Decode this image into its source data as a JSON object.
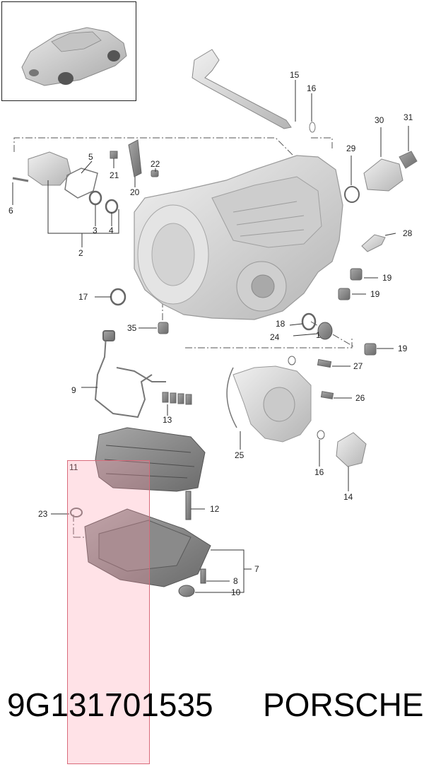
{
  "diagram": {
    "callouts": [
      "1",
      "2",
      "3",
      "4",
      "6",
      "5",
      "7",
      "8",
      "9",
      "10",
      "11",
      "12",
      "13",
      "14",
      "15",
      "16",
      "16",
      "17",
      "18",
      "19",
      "19",
      "19",
      "20",
      "21",
      "22",
      "23",
      "24",
      "25",
      "26",
      "27",
      "28",
      "29",
      "30",
      "31",
      "35"
    ]
  },
  "footer": {
    "part_number": "9G131701535",
    "brand": "PORSCHE"
  },
  "colors": {
    "highlight": "#ffc0cc",
    "line": "#333333",
    "part_fill": "#d9d9d9",
    "part_stroke": "#9a9a9a"
  }
}
